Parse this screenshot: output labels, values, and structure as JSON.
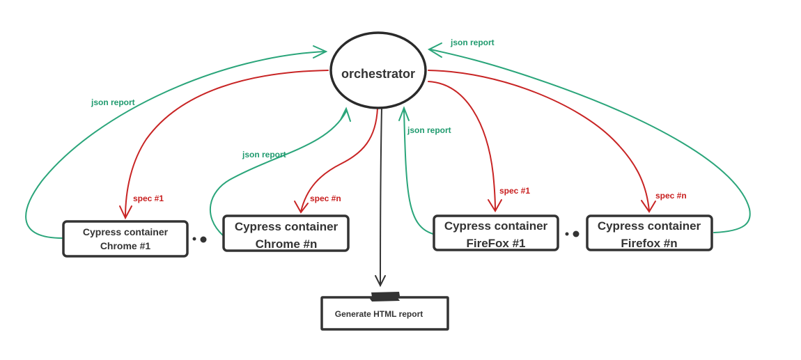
{
  "nodes": {
    "orchestrator": "orchestrator",
    "chrome1": [
      "Cypress container",
      "Chrome #1"
    ],
    "chromeN": [
      "Cypress container",
      "Chrome #n"
    ],
    "firefox1": [
      "Cypress container",
      "FireFox #1"
    ],
    "firefoxN": [
      "Cypress container",
      "Firefox #n"
    ],
    "html_report": "Generate HTML report"
  },
  "edge_labels": {
    "json_report": "json report",
    "spec_1": "spec #1",
    "spec_n": "spec #n"
  },
  "colors": {
    "json_report_edge": "#2aa57a",
    "spec_edge": "#c82424",
    "node_stroke": "#333333"
  }
}
